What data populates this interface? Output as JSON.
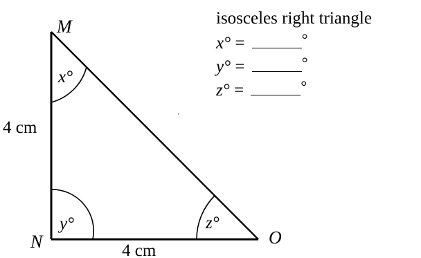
{
  "figure": {
    "title": "isosceles right triangle",
    "vertices": {
      "top": "M",
      "right_angle": "N",
      "right": "O"
    },
    "side_labels": {
      "left": "4 cm",
      "bottom": "4 cm"
    },
    "angle_labels": {
      "at_M": "x°",
      "at_N": "y°",
      "at_O": "z°"
    },
    "stray_mark": "ׅ"
  },
  "answers": [
    {
      "var": "x°",
      "equals": "=",
      "degree": "°"
    },
    {
      "var": "y°",
      "equals": "=",
      "degree": "°"
    },
    {
      "var": "z°",
      "equals": "=",
      "degree": "°"
    }
  ],
  "colors": {
    "ink": "#000000",
    "background": "#ffffff"
  }
}
